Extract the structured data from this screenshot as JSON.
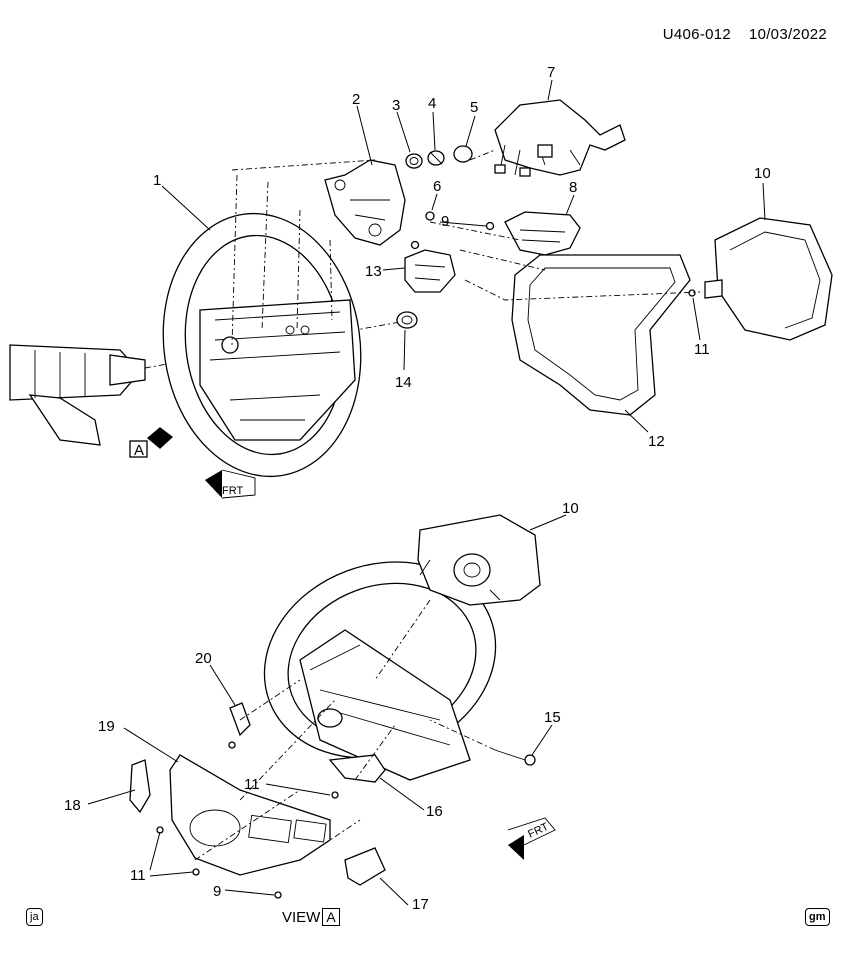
{
  "header": {
    "drawing_id": "U406-012",
    "date": "10/03/2022"
  },
  "callouts": {
    "c1": "1",
    "c2": "2",
    "c3": "3",
    "c4": "4",
    "c5": "5",
    "c6": "6",
    "c7": "7",
    "c8": "8",
    "c9a": "9",
    "c10a": "10",
    "c11a": "11",
    "c12": "12",
    "c13": "13",
    "c14": "14",
    "c10b": "10",
    "c15": "15",
    "c16": "16",
    "c17": "17",
    "c18": "18",
    "c19": "19",
    "c20": "20",
    "c11b": "11",
    "c11c": "11",
    "c9b": "9"
  },
  "view_markers": {
    "arrow_a_letter": "A",
    "frt_top": "FRT",
    "frt_bottom": "FRT"
  },
  "footer": {
    "view_text": "VIEW",
    "view_letter": "A",
    "left_badge": "ja",
    "right_badge": "gm"
  }
}
